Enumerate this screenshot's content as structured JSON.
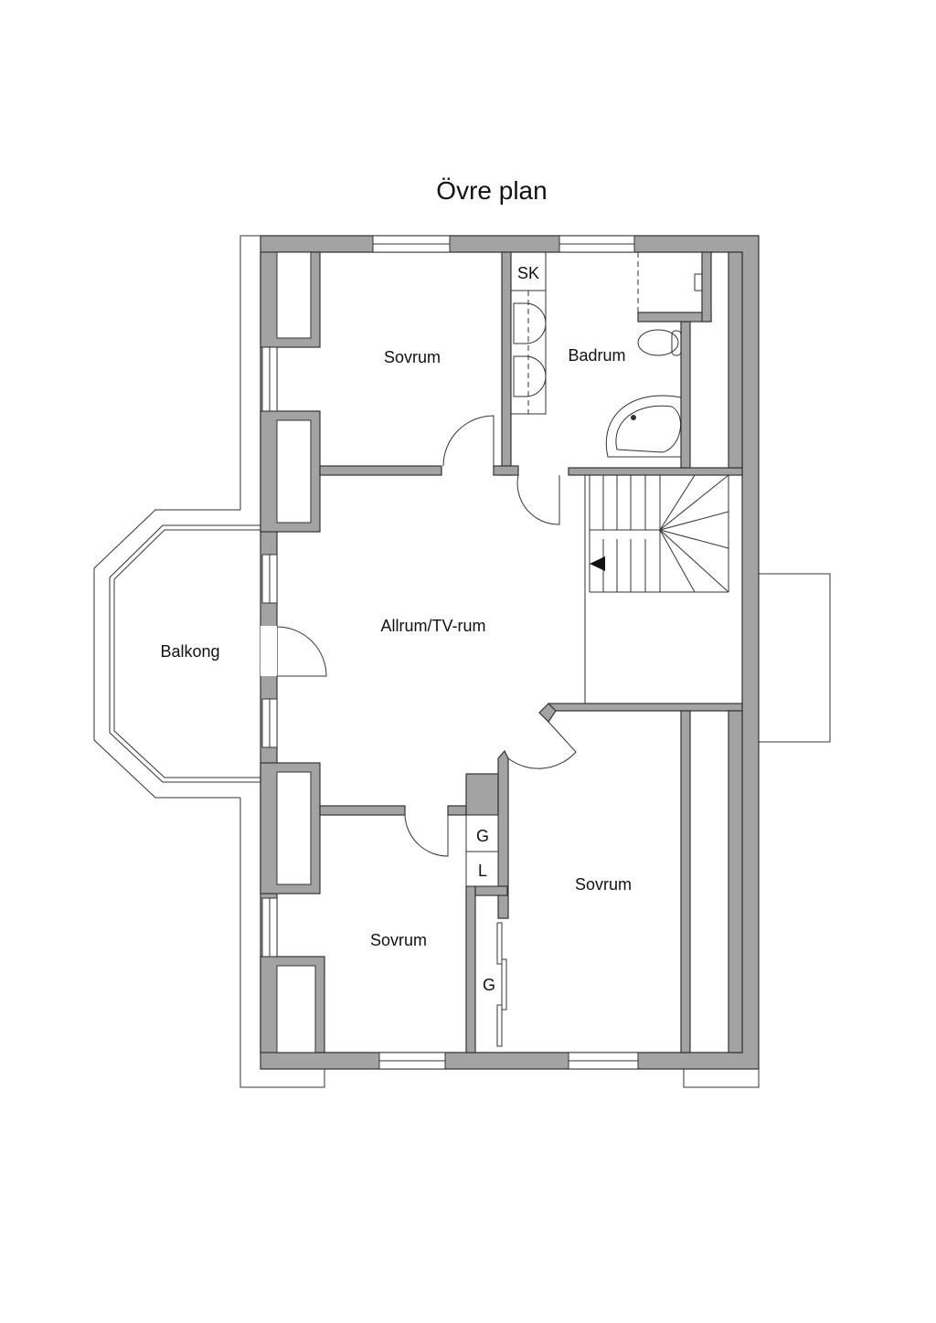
{
  "title": "Övre plan",
  "rooms": {
    "sovrum_top": "Sovrum",
    "badrum": "Badrum",
    "sk": "SK",
    "allrum": "Allrum/TV-rum",
    "balkong": "Balkong",
    "sovrum_bottom_left": "Sovrum",
    "sovrum_bottom_right": "Sovrum",
    "closet_g": "G",
    "closet_l": "L",
    "wardrobe_g": "G"
  },
  "colors": {
    "wall": "#a3a3a3",
    "line": "#333333"
  }
}
